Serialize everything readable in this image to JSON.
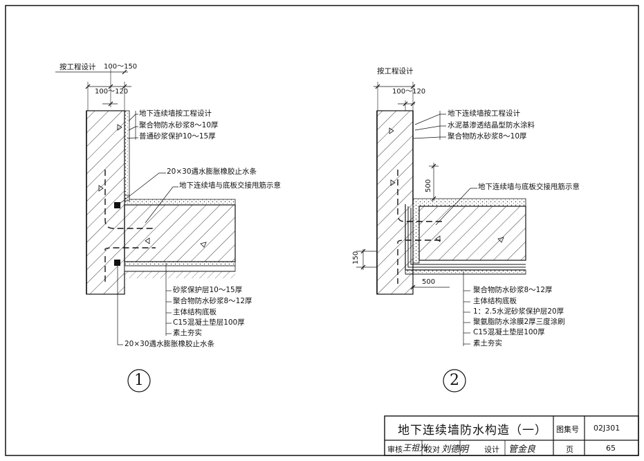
{
  "detail1": {
    "top_note": "按工程设计",
    "dim_outer": "100～150",
    "dim_inner": "100～120",
    "labels_top": [
      "地下连续墙按工程设计",
      "聚合物防水砂浆8～10厚",
      "普通砂浆保护10～15厚"
    ],
    "label_strip": "20×30遇水膨胀橡胶止水条",
    "label_rebar": "地下连续墙与底板交接甩筋示意",
    "labels_bottom": [
      "砂浆保护层10～15厚",
      "聚合物防水砂浆8～12厚",
      "主体结构底板",
      "C15混凝土垫层100厚",
      "素土夯实"
    ],
    "label_strip_bottom": "20×30遇水膨胀橡胶止水条",
    "number": "1"
  },
  "detail2": {
    "top_note": "按工程设计",
    "dim_inner": "100～120",
    "labels_top": [
      "地下连续墙按工程设计",
      "水泥基渗透结晶型防水涂料",
      "聚合物防水砂浆8～10厚"
    ],
    "dim_500_vertical": "500",
    "label_rebar": "地下连续墙与底板交接甩筋示意",
    "dim_150": "150",
    "dim_500_horizontal": "500",
    "labels_bottom": [
      "聚合物防水砂浆8～12厚",
      "主体结构底板",
      "1：2.5水泥砂浆保护层20厚",
      "聚氨脂防水涂膜2厚三度涂刷",
      "C15混凝土垫层100厚",
      "素土夯实"
    ],
    "number": "2"
  },
  "title_block": {
    "title": "地下连续墙防水构造（一）",
    "atlas_label": "图集号",
    "atlas_number": "02J301",
    "review_label": "审核",
    "review_sig": "王祖光",
    "check_label": "校对",
    "check_sig": "刘德明",
    "design_label": "设计",
    "design_sig": "管金良",
    "page_label": "页",
    "page_number": "65"
  }
}
